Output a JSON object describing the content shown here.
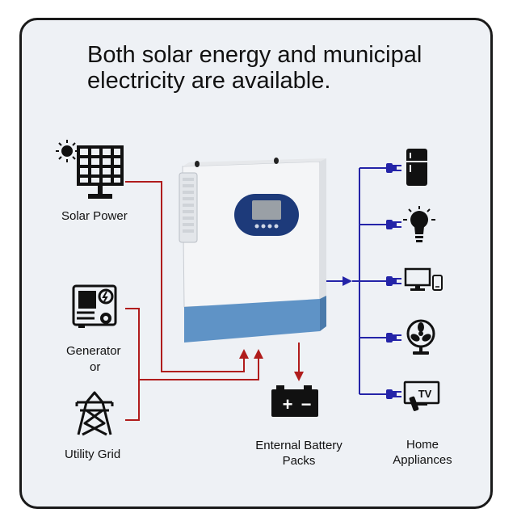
{
  "headline": {
    "line1": "Both solar energy and municipal",
    "line2": "electricity are available."
  },
  "sources": {
    "solar": "Solar Power",
    "generator": "Generator",
    "or": "or",
    "grid": "Utility Grid"
  },
  "battery": {
    "line1": "Enternal Battery",
    "line2": "Packs",
    "plus": "+",
    "minus": "−"
  },
  "appliances": {
    "line1": "Home",
    "line2": "Appliances",
    "tv_text": "TV"
  },
  "icons": [
    "sun-icon",
    "solar-panel-icon",
    "generator-icon",
    "transmission-tower-icon",
    "battery-icon",
    "refrigerator-icon",
    "light-bulb-icon",
    "computer-icon",
    "fan-icon",
    "tv-icon",
    "plug-icon"
  ],
  "colors": {
    "panel_bg": "#eef1f5",
    "panel_border": "#1a1a1a",
    "source_wire": "#b01c1c",
    "appliance_wire": "#2424a8",
    "inverter_body": "#f4f5f7",
    "inverter_base": "#5f93c6",
    "display_bezel": "#1d3a7a",
    "screen": "#9aa0a6"
  }
}
